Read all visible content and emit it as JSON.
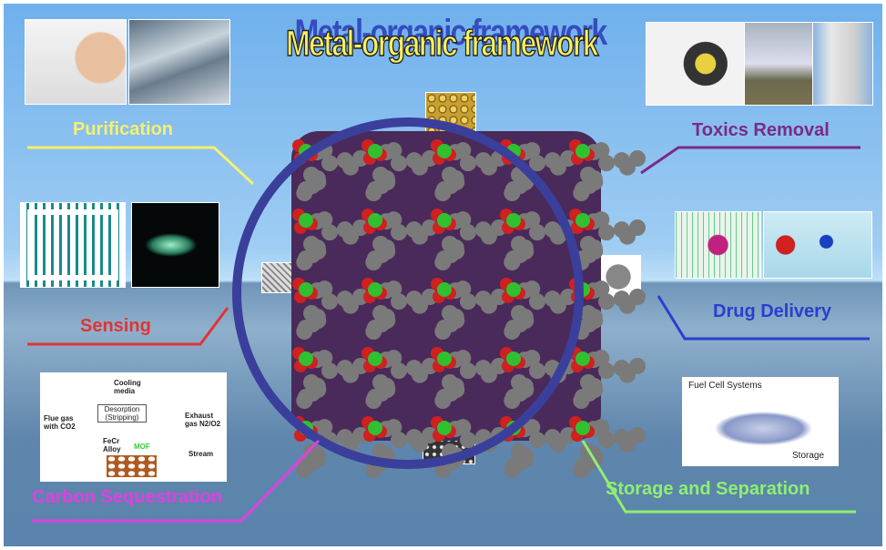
{
  "title": "Metal-organic framework",
  "applications": {
    "purification": {
      "label": "Purification",
      "color": "#f5f070"
    },
    "toxics_removal": {
      "label": "Toxics Removal",
      "color": "#7a2a8a"
    },
    "sensing": {
      "label": "Sensing",
      "color": "#e03434"
    },
    "drug_delivery": {
      "label": "Drug Delivery",
      "color": "#2a3ed0"
    },
    "carbon_sequestration": {
      "label": "Carbon Sequestration",
      "color": "#e040e0"
    },
    "storage_separation": {
      "label": "Storage and Separation",
      "color": "#8ef070"
    }
  },
  "carbon_diagram": {
    "cooling": "Cooling media",
    "desorption": "Desorption (Stripping)",
    "flue": "Flue gas with CO2",
    "exhaust": "Exhaust gas N2/O2",
    "alloy": "FeCr Alloy",
    "mof": "MOF",
    "stream": "Stream"
  },
  "fuel_cell": {
    "heading": "Fuel Cell Systems",
    "storage": "Storage"
  },
  "colors": {
    "ring": "#3b3f9c",
    "linker": "#7a7a7a",
    "oxygen": "#d02020",
    "metal": "#30c030"
  }
}
